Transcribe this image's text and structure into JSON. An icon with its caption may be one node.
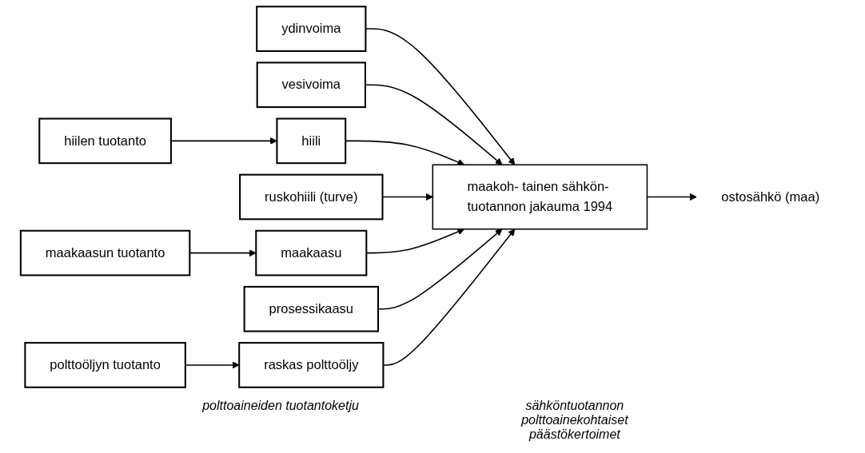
{
  "diagram": {
    "nodes": [
      {
        "text": [
          "hiilen tuotanto"
        ]
      },
      {
        "text": [
          "maakaasun tuotanto"
        ]
      },
      {
        "text": [
          "polttoöljyn tuotanto"
        ]
      },
      {
        "text": [
          "ydinvoima"
        ]
      },
      {
        "text": [
          "vesivoima"
        ]
      },
      {
        "text": [
          "hiili"
        ]
      },
      {
        "text": [
          "ruskohiili (turve)"
        ]
      },
      {
        "text": [
          "maakaasu"
        ]
      },
      {
        "text": [
          "prosessikaasu"
        ]
      },
      {
        "text": [
          "raskas polttoöljy"
        ]
      },
      {
        "text": [
          "maakoh- tainen sähkön- tuotannon jakauma 1994"
        ]
      },
      {
        "text": [
          "ostosähkö (maa)"
        ]
      }
    ],
    "edges": [
      {
        "from": 0,
        "to": 5,
        "arrow": "to"
      },
      {
        "from": 1,
        "to": 7,
        "arrow": "to"
      },
      {
        "from": 2,
        "to": 9,
        "arrow": "to"
      },
      {
        "from": 3,
        "to": 10,
        "arrow": "to"
      },
      {
        "from": 4,
        "to": 10,
        "arrow": "to"
      },
      {
        "from": 5,
        "to": 10,
        "arrow": "to"
      },
      {
        "from": 6,
        "to": 10,
        "arrow": "to"
      },
      {
        "from": 7,
        "to": 10,
        "arrow": "to"
      },
      {
        "from": 8,
        "to": 10,
        "arrow": "to"
      },
      {
        "from": 9,
        "to": 10,
        "arrow": "to"
      },
      {
        "from": 10,
        "to": 11,
        "arrow": "to"
      }
    ],
    "labels": [
      "polttoaineiden tuotantoketju",
      "sähköntuotannon polttoainekohtaiset päästökertoimet"
    ]
  }
}
